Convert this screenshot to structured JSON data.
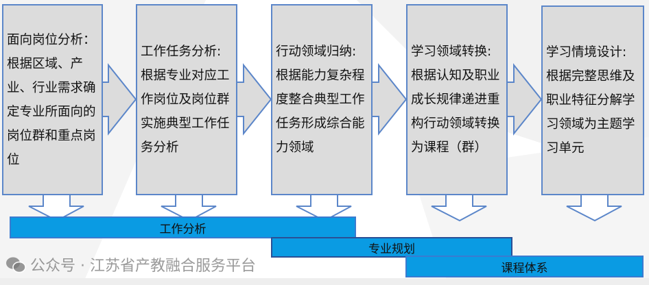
{
  "steps": [
    {
      "lines": [
        "面向岗位分析：",
        "根据区域、产",
        "业、行业需求确",
        "定专业所面向的",
        "岗位群和重点岗",
        "位"
      ]
    },
    {
      "lines": [
        "工作任务分析:",
        "根据专业对应工",
        "作岗位及岗位群",
        "实施典型工作任",
        "务分析"
      ]
    },
    {
      "lines": [
        "行动领域归纳:",
        "根据能力复杂程",
        "度整合典型工作",
        "任务形成综合能",
        "力领域"
      ]
    },
    {
      "lines": [
        "学习领域转换:",
        "根据认知及职业",
        "成长规律递进重",
        "构行动领域转换",
        "为课程（群）"
      ]
    },
    {
      "lines": [
        "学习情境设计:",
        "根据完整思维及",
        "职业特征分解学",
        "习领域为主题学",
        "习单元"
      ]
    }
  ],
  "bars": [
    {
      "label": "工作分析"
    },
    {
      "label": "专业规划"
    },
    {
      "label": "课程体系"
    }
  ],
  "watermark": "公众号 · 江苏省产教融合服务平台",
  "colors": {
    "box_fill": "#dcdcdc",
    "outline": "#5b86c9",
    "bar_fill": "#0a9be3"
  }
}
